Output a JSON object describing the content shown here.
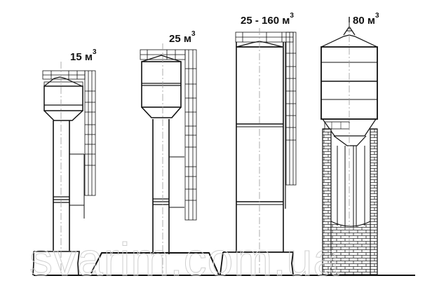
{
  "figure": {
    "type": "technical drawing",
    "subject": "water towers (side elevations)",
    "colors": {
      "line": "#111111",
      "axis": "#9a9a9a",
      "background": "#ffffff",
      "watermark": "#cfcfcf"
    }
  },
  "towers": [
    {
      "id": "tower-15",
      "capacity_value": "15 м",
      "capacity_unit_exp": "3",
      "tank": "conical top, single section, conical bottom",
      "support": "steel pipe column"
    },
    {
      "id": "tower-25",
      "capacity_value": "25 м",
      "capacity_unit_exp": "3",
      "tank": "conical top, two sections, conical bottom",
      "support": "steel pipe column"
    },
    {
      "id": "tower-25-160",
      "capacity_value": "25 - 160 м",
      "capacity_unit_exp": "3",
      "tank": "full-height cylindrical column",
      "support": "integrated column"
    },
    {
      "id": "tower-80",
      "capacity_value": "80 м",
      "capacity_unit_exp": "3",
      "tank": "conical roof with spire, three sections, conical bottom",
      "support": "brick shaft"
    }
  ],
  "watermark": {
    "text": "svarim.com.ua"
  }
}
